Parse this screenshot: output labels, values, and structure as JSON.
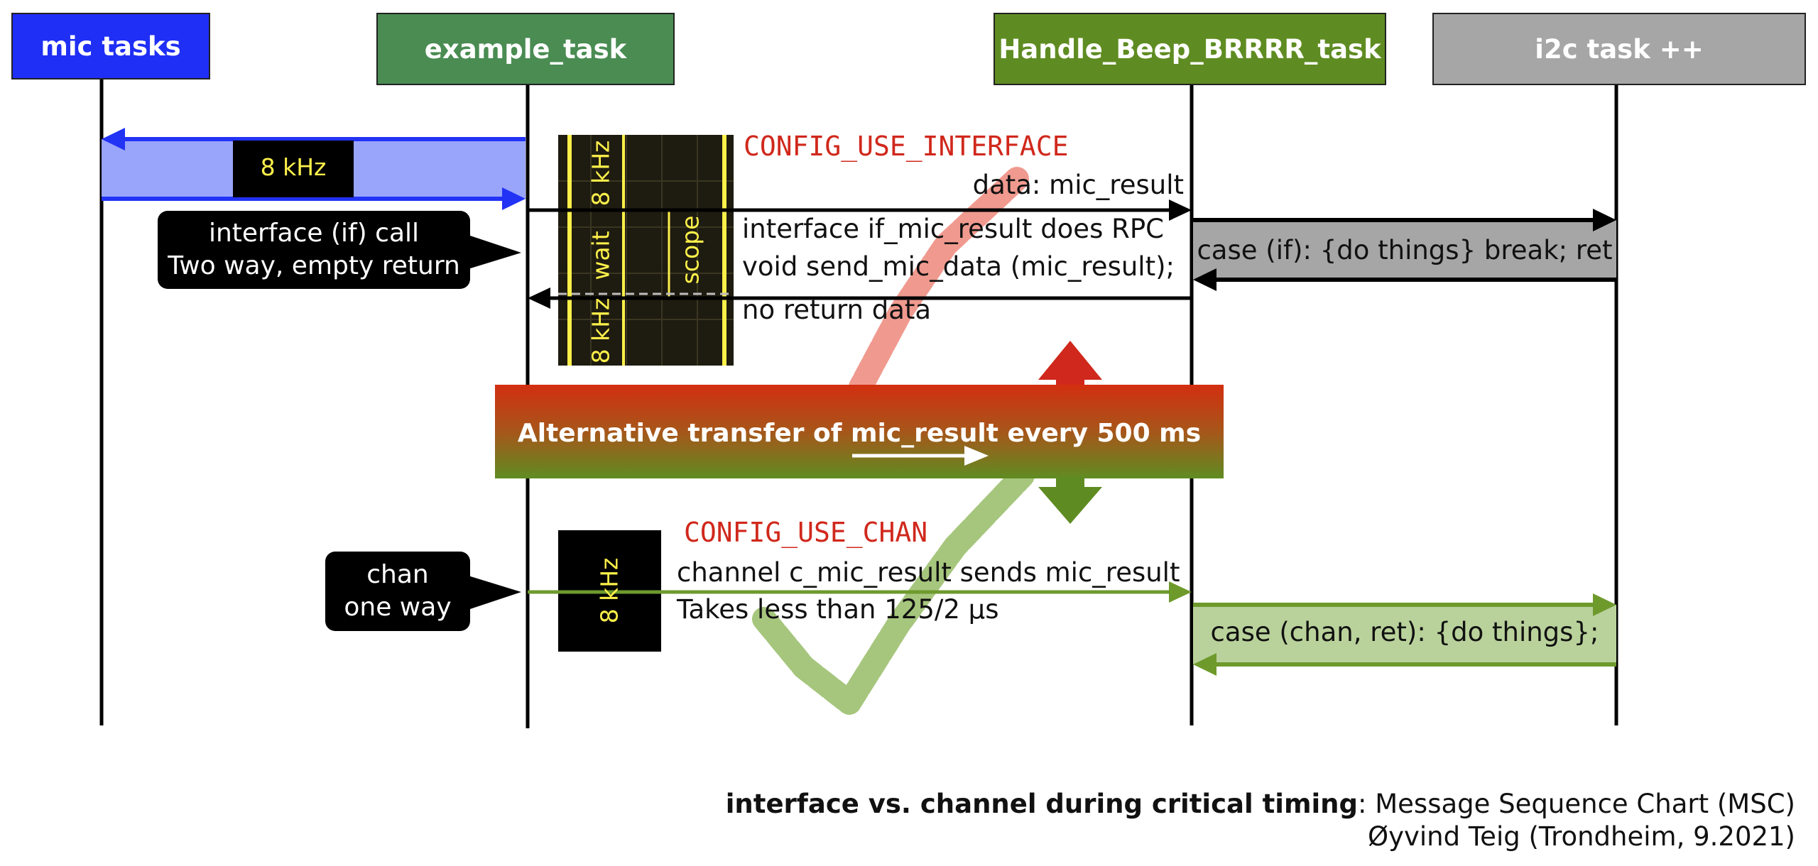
{
  "participants": {
    "mic_tasks": "mic tasks",
    "example_task": "example_task",
    "handle_beep_task": "Handle_Beep_BRRRR_task",
    "i2c_task": "i2c task ++"
  },
  "interface_section": {
    "config_label": "CONFIG_USE_INTERFACE",
    "rate_label": "8 kHz",
    "data_label": "data: mic_result",
    "rpc_label": "interface if_mic_result does RPC",
    "call_label": "void send_mic_data (mic_result);",
    "no_return_label": "no return data",
    "case_label": "case (if): {do things} break; ret",
    "callout_line1": "interface (if) call",
    "callout_line2": "Two way, empty return",
    "scope": {
      "rate_top": "8 kHz",
      "wait": "wait",
      "scope": "scope",
      "rate_bottom": "8 kHz"
    }
  },
  "alternative_banner": {
    "text": "Alternative transfer of mic_result every 500 ms"
  },
  "chan_section": {
    "config_label": "CONFIG_USE_CHAN",
    "rate_label": "8 kHz",
    "sends_label": "channel c_mic_result sends mic_result",
    "timing_label": "Takes less than 125/2 µs",
    "case_label": "case (chan, ret): {do things};",
    "callout_line1": "chan",
    "callout_line2": "one way"
  },
  "footer": {
    "title_bold": "interface vs. channel during critical timing",
    "title_rest": ": Message Sequence Chart (MSC)",
    "author": "Øyvind Teig (Trondheim, 9.2021)"
  },
  "colors": {
    "mic_header": "#1f2ff5",
    "example_header": "#4a8c52",
    "handle_header": "#5f8c22",
    "i2c_header": "#a6a6a6",
    "blue_arrow": "#2233f5",
    "blue_fill": "#99a4fb",
    "interface_red": "#d0281c",
    "chan_green": "#6e9a2c",
    "chan_fill": "#b9d29b",
    "case_gray": "#a6a6a6",
    "checkmark_red": "#f09a8f",
    "checkmark_green": "#a6c67d",
    "scope_yellow": "#fdf04a"
  }
}
